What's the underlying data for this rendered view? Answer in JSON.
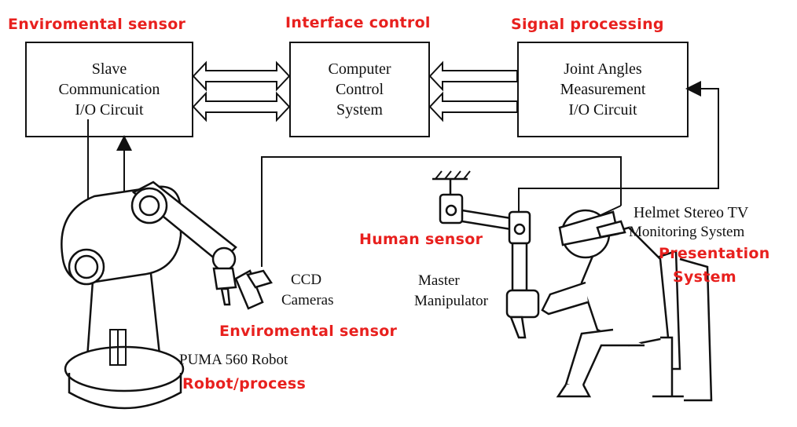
{
  "labels": {
    "env_sensor_top": "Enviromental sensor",
    "interface_control": "Interface control",
    "signal_processing": "Signal processing",
    "human_sensor": "Human sensor",
    "presentation_line1": "Presentation",
    "presentation_line2": "System",
    "env_sensor_bottom": "Enviromental sensor",
    "robot_process": "Robot/process"
  },
  "boxes": {
    "slave": [
      "Slave",
      "Communication",
      "I/O Circuit"
    ],
    "computer": [
      "Computer",
      "Control",
      "System"
    ],
    "joint": [
      "Joint Angles",
      "Measurement",
      "I/O Circuit"
    ]
  },
  "captions": {
    "helmet_line1": "Helmet Stereo TV",
    "helmet_line2": "Monitoring System",
    "ccd_line1": "CCD",
    "ccd_line2": "Cameras",
    "master_line1": "Master",
    "master_line2": "Manipulator",
    "puma": "PUMA 560 Robot"
  },
  "colors": {
    "label_red": "#e8201e",
    "line": "#111111"
  }
}
